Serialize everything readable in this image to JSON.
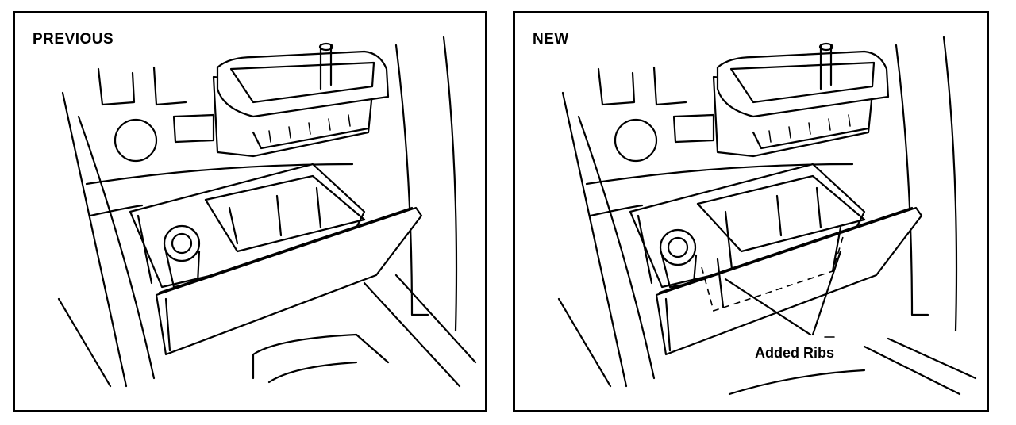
{
  "panels": [
    {
      "title": "PREVIOUS"
    },
    {
      "title": "NEW",
      "callout": "Added Ribs"
    }
  ]
}
